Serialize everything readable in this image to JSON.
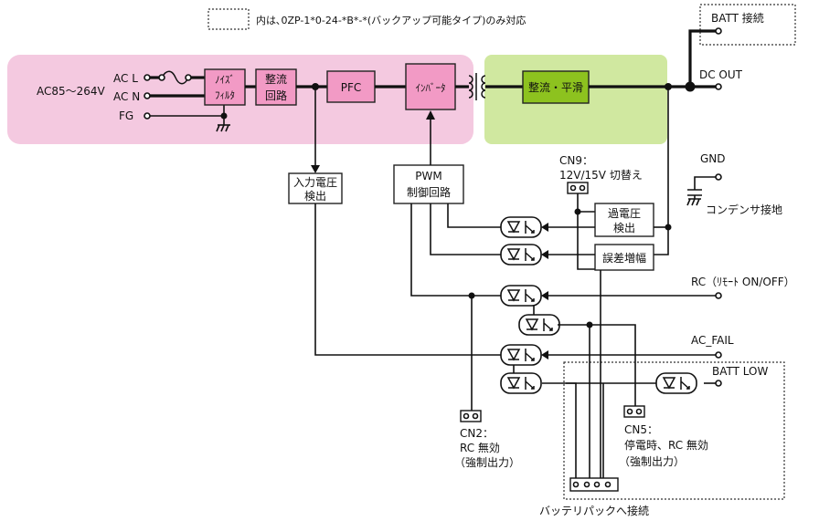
{
  "colors": {
    "primary_region": "#f4c9e0",
    "primary_block": "#f29ac5",
    "secondary_region": "#d0e8a0",
    "secondary_block": "#8dc21f",
    "wire": "#111111"
  },
  "legend": {
    "note": "内は､0ZP-1*0-24-*B*-*(バックアップ可能タイプ)のみ対応"
  },
  "inputs": {
    "voltage": "AC85～264V",
    "ac_l": "AC L",
    "ac_n": "AC N",
    "fg": "FG"
  },
  "blocks": {
    "noise_filter": [
      "ﾉｲｽﾞ",
      "ﾌｨﾙﾀ"
    ],
    "rectifier": [
      "整流",
      "回路"
    ],
    "pfc": "PFC",
    "inverter": "ｲﾝﾊﾞｰﾀ",
    "rect_smooth": "整流・平滑",
    "input_voltage_detect": [
      "入力電圧",
      "検出"
    ],
    "pwm_control": [
      "PWM",
      "制御回路"
    ],
    "overvoltage_detect": [
      "過電圧",
      "検出"
    ],
    "error_amp": "誤差増幅"
  },
  "outputs": {
    "dc_out": "DC OUT",
    "batt_connect": "BATT 接続",
    "gnd": "GND",
    "capacitor_ground": "コンデンサ接地",
    "rc": "RC（ﾘﾓｰﾄ ON/OFF）",
    "ac_fail": "AC_FAIL",
    "batt_low": "BATT LOW"
  },
  "connectors": {
    "cn9": [
      "CN9：",
      "12V/15V 切替え"
    ],
    "cn2": [
      "CN2：",
      "RC 無効",
      "（強制出力）"
    ],
    "cn5": [
      "CN5：",
      "停電時、RC  無効",
      "（強制出力）"
    ],
    "battery_pack": "バッテリパックへ接続"
  }
}
